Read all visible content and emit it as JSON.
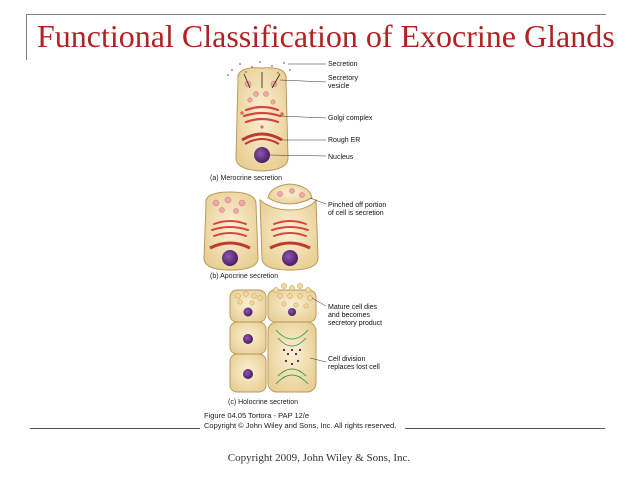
{
  "slide": {
    "title": "Functional Classification of Exocrine Glands",
    "footer": "Copyright 2009, John Wiley & Sons, Inc.",
    "title_color": "#b22222"
  },
  "figure": {
    "labels": {
      "secretion": "Secretion",
      "secretory_vesicle_1": "Secretory",
      "secretory_vesicle_2": "vesicle",
      "golgi": "Golgi complex",
      "rough_er": "Rough ER",
      "nucleus": "Nucleus",
      "pinched_1": "Pinched off portion",
      "pinched_2": "of cell is secretion",
      "mature_1": "Mature cell dies",
      "mature_2": "and becomes",
      "mature_3": "secretory product",
      "division_1": "Cell division",
      "division_2": "replaces lost cell"
    },
    "panel_captions": {
      "a": "(a) Merocrine secretion",
      "b": "(b) Apocrine secretion",
      "c": "(c) Holocrine secretion"
    },
    "credit_line_1": "Figure 04.05  Tortora - PAP 12/e",
    "credit_line_2": "Copyright © John Wiley and Sons, Inc. All rights reserved."
  },
  "colors": {
    "cell_fill": "#f3dfb3",
    "cell_stroke": "#b99a5a",
    "golgi": "#d9443d",
    "nucleus": "#5e2b7e",
    "vesicle": "#f2a8a8"
  }
}
